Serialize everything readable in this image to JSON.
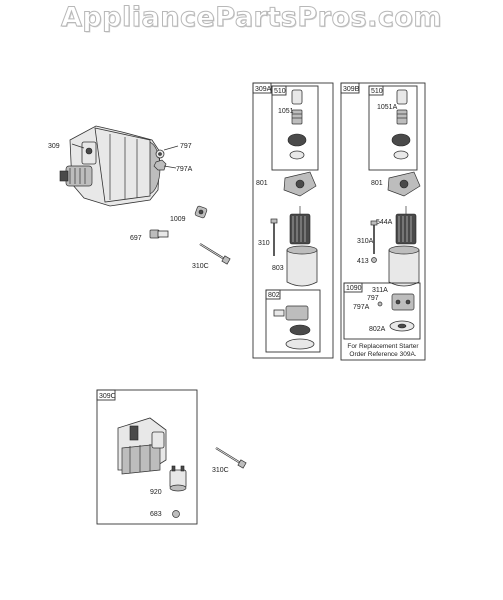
{
  "watermark": "AppliancePartsPros.com",
  "groups": {
    "g309A": "309A",
    "g309B": "309B",
    "g309C": "309C",
    "g510a": "510",
    "g510b": "510",
    "g802": "802",
    "g1090": "1090"
  },
  "labels": {
    "l309": "309",
    "l797": "797",
    "l797A": "797A",
    "l1009": "1009",
    "l697": "697",
    "l310C": "310C",
    "a1051": "1051",
    "a801": "801",
    "a310": "310",
    "a803": "803",
    "b1051A": "1051A",
    "b801": "801",
    "b544A": "544A",
    "b310A": "310A",
    "b413": "413",
    "b311A": "311A",
    "b797": "797",
    "b797A": "797A",
    "b802A": "802A",
    "c920": "920",
    "c683": "683",
    "c310C": "310C"
  },
  "note": {
    "line1": "For Replacement Starter",
    "line2": "Order Reference 309A."
  }
}
